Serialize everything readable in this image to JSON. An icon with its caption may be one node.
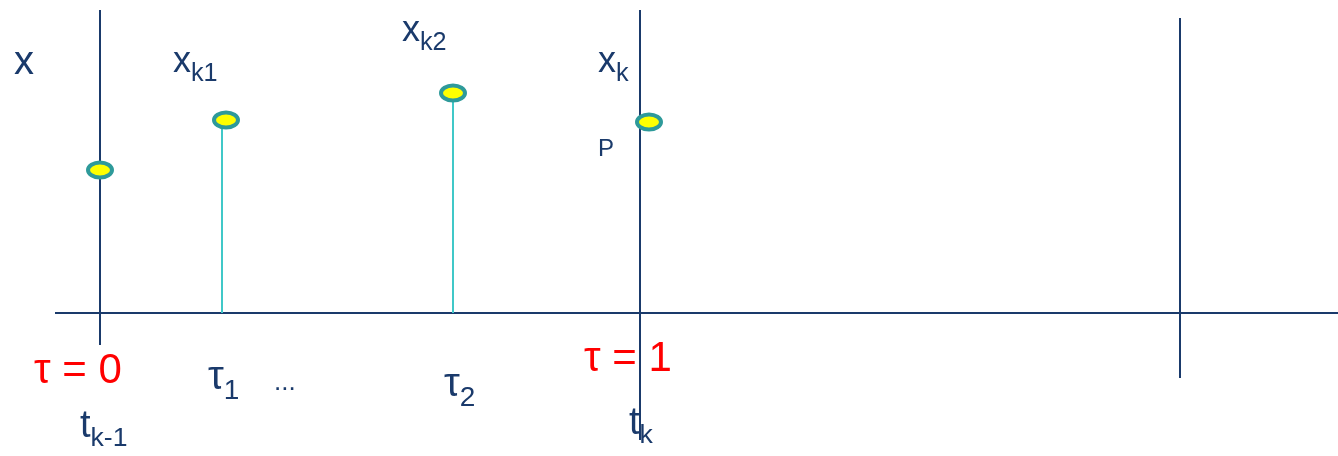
{
  "diagram": {
    "nodes": [
      {
        "text": [],
        "shape": "circle"
      },
      {
        "text": [],
        "shape": "circle",
        "beside": [
          "x$_{k1}$"
        ]
      },
      {
        "text": [],
        "shape": "circle",
        "beside": [
          "x$_{k2}$"
        ]
      },
      {
        "text": [],
        "shape": "circle",
        "beside": [
          "x$_{k}$",
          "P"
        ]
      }
    ],
    "labels": [
      "x",
      "τ = 0",
      "t$_{k-1}$",
      "τ$_{1}$",
      "...",
      "τ$_{2}$",
      "τ = 1",
      "t$_{k}$"
    ]
  }
}
